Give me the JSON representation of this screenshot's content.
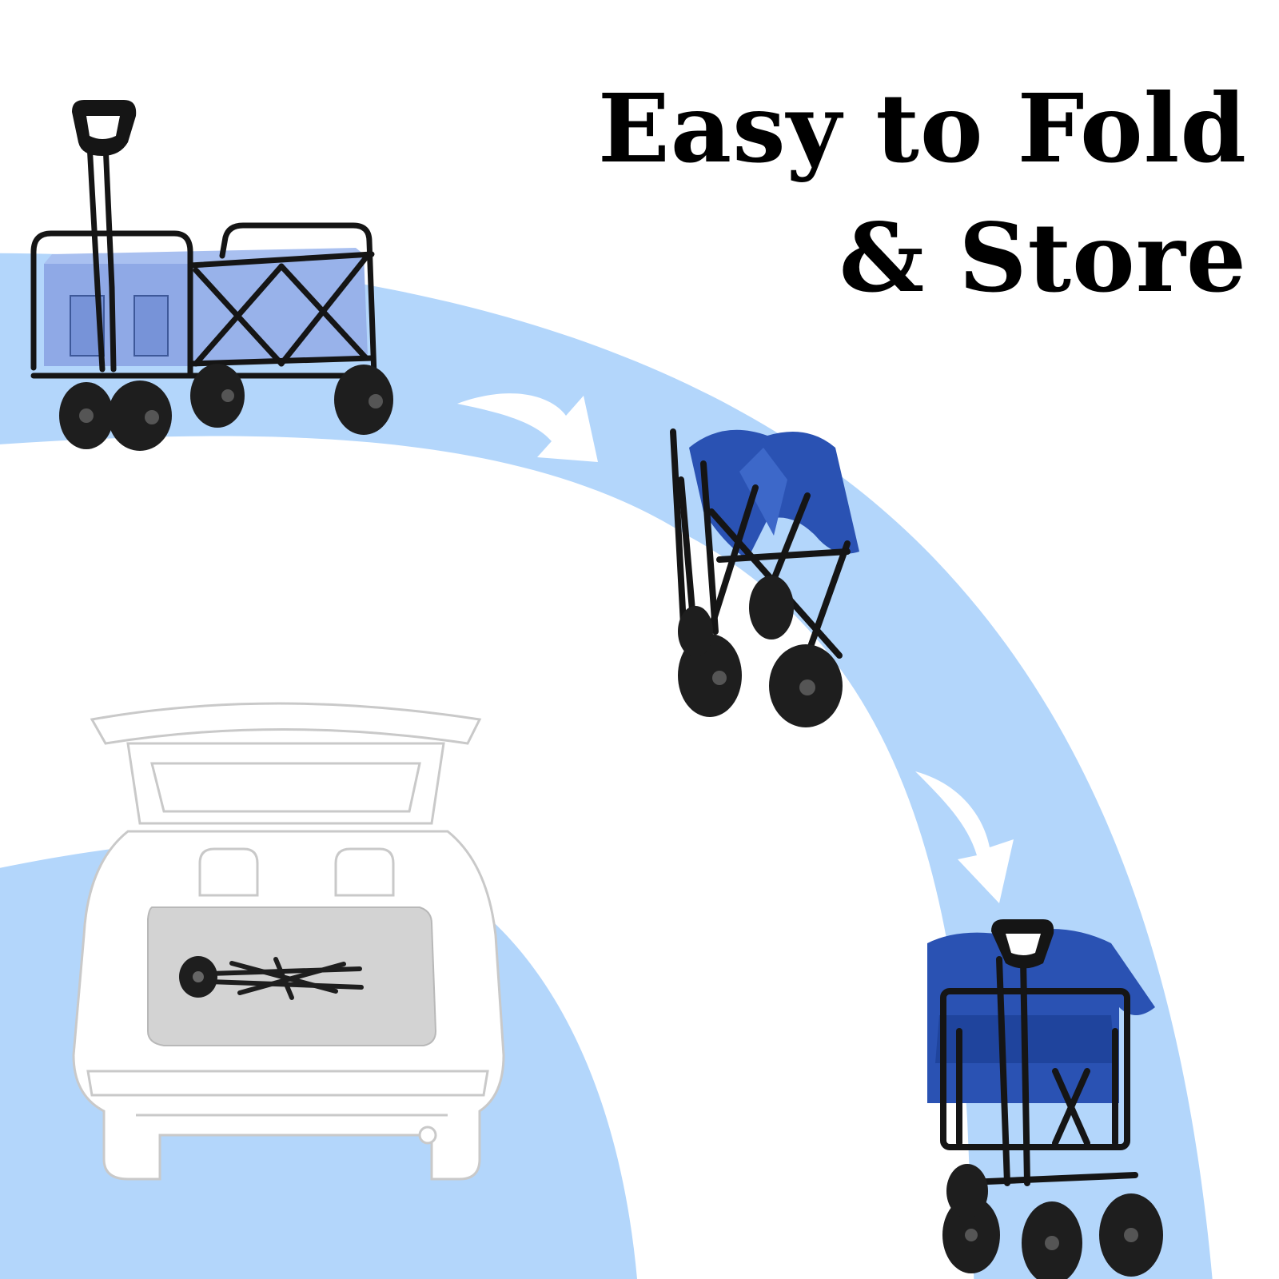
{
  "headline": {
    "line1": "Easy to Fold",
    "line2": "& Store"
  },
  "colors": {
    "background": "#ffffff",
    "band": "#b3d6fb",
    "wagon_fabric_light": "#8fa9e6",
    "wagon_fabric_dark": "#2a52b3",
    "frame": "#151515",
    "wheel": "#1e1e1e",
    "car_outline": "#c9c9c9",
    "trunk_floor": "#d3d3d3"
  },
  "icons": [
    "curved-arrow-icon",
    "curved-arrow-icon"
  ],
  "steps": [
    "unfolded-wagon",
    "half-folded-wagon",
    "folded-wagon",
    "wagon-in-car-trunk"
  ]
}
